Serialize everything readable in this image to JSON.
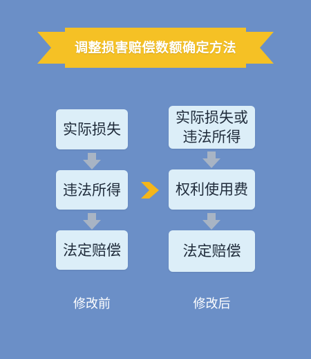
{
  "title": "调整损害赔偿数额确定方法",
  "colors": {
    "background": "#6b8fc7",
    "banner": "#f5c125",
    "box": "#dceef8",
    "arrow_down": "#a8b4c4",
    "arrow_right": "#f5b61a"
  },
  "before": {
    "steps": [
      "实际损失",
      "违法所得",
      "法定赔偿"
    ],
    "caption": "修改前"
  },
  "after": {
    "steps": [
      {
        "line1": "实际损失或",
        "line2": "违法所得"
      },
      "权利使用费",
      "法定赔偿"
    ],
    "caption": "修改后"
  },
  "icons": {
    "down_arrow": "arrow-down-icon",
    "right_arrow": "chevron-right-icon"
  }
}
